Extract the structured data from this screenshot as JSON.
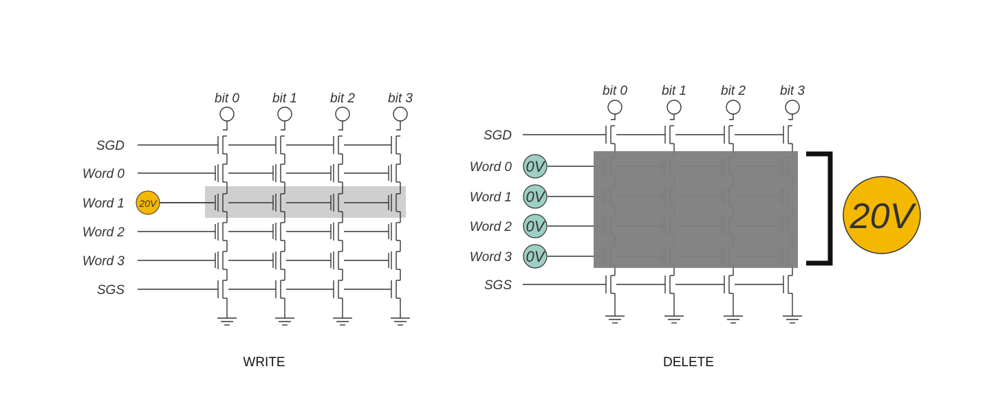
{
  "write": {
    "caption": "WRITE",
    "bit_labels": [
      "bit 0",
      "bit 1",
      "bit 2",
      "bit 3"
    ],
    "row_labels": [
      "SGD",
      "Word 0",
      "Word 1",
      "Word 2",
      "Word 3",
      "SGS"
    ],
    "applied_voltage": {
      "row": "Word 1",
      "label": "20V"
    },
    "highlighted_row": "Word 1"
  },
  "delete": {
    "caption": "DELETE",
    "bit_labels": [
      "bit 0",
      "bit 1",
      "bit 2",
      "bit 3"
    ],
    "row_labels": [
      "SGD",
      "Word 0",
      "Word 1",
      "Word 2",
      "Word 3",
      "SGS"
    ],
    "word_voltages": [
      "0V",
      "0V",
      "0V",
      "0V"
    ],
    "substrate_voltage": "20V"
  },
  "colors": {
    "line": "#333333",
    "write_highlight": "#cfcfcf",
    "delete_highlight": "#7f7f7f",
    "voltage_high": "#f5b800",
    "voltage_zero": "#9ecfc4"
  }
}
